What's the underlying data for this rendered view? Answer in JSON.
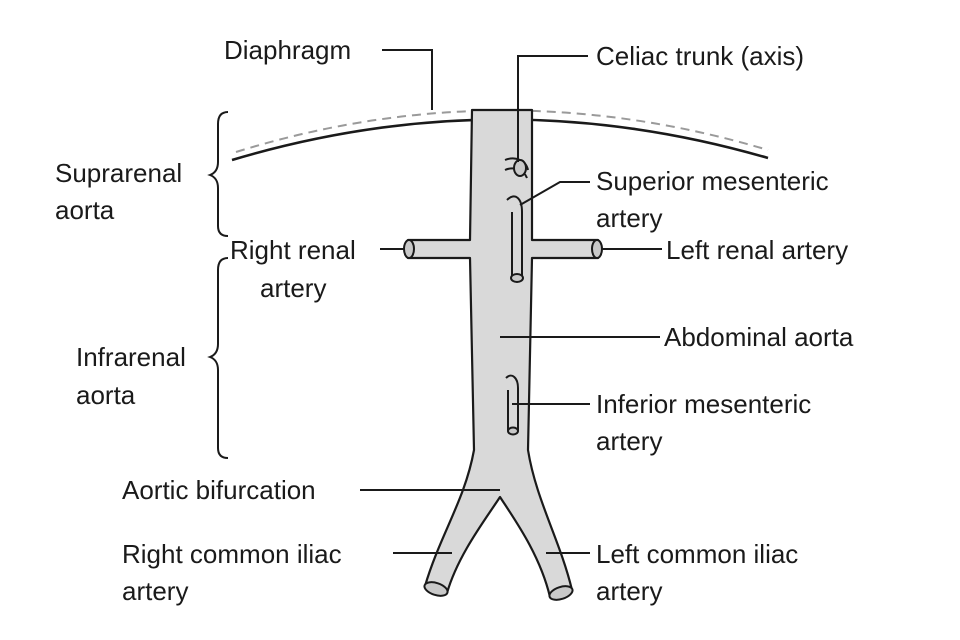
{
  "labels": {
    "diaphragm": "Diaphragm",
    "celiac_trunk": "Celiac trunk (axis)",
    "suprarenal_line1": "Suprarenal",
    "suprarenal_line2": "aorta",
    "superior_mesenteric_line1": "Superior mesenteric",
    "superior_mesenteric_line2": "artery",
    "right_renal_line1": "Right renal",
    "right_renal_line2": "artery",
    "left_renal": "Left renal artery",
    "abdominal_aorta": "Abdominal aorta",
    "infrarenal_line1": "Infrarenal",
    "infrarenal_line2": "aorta",
    "inferior_mesenteric_line1": "Inferior mesenteric",
    "inferior_mesenteric_line2": "artery",
    "aortic_bifurcation": "Aortic bifurcation",
    "right_common_iliac_line1": "Right common iliac",
    "right_common_iliac_line2": "artery",
    "left_common_iliac_line1": "Left common iliac",
    "left_common_iliac_line2": "artery"
  },
  "colors": {
    "vessel_fill": "#d9d9d9",
    "outline": "#1a1a1a",
    "diaphragm_dash": "#9a9a9a"
  }
}
